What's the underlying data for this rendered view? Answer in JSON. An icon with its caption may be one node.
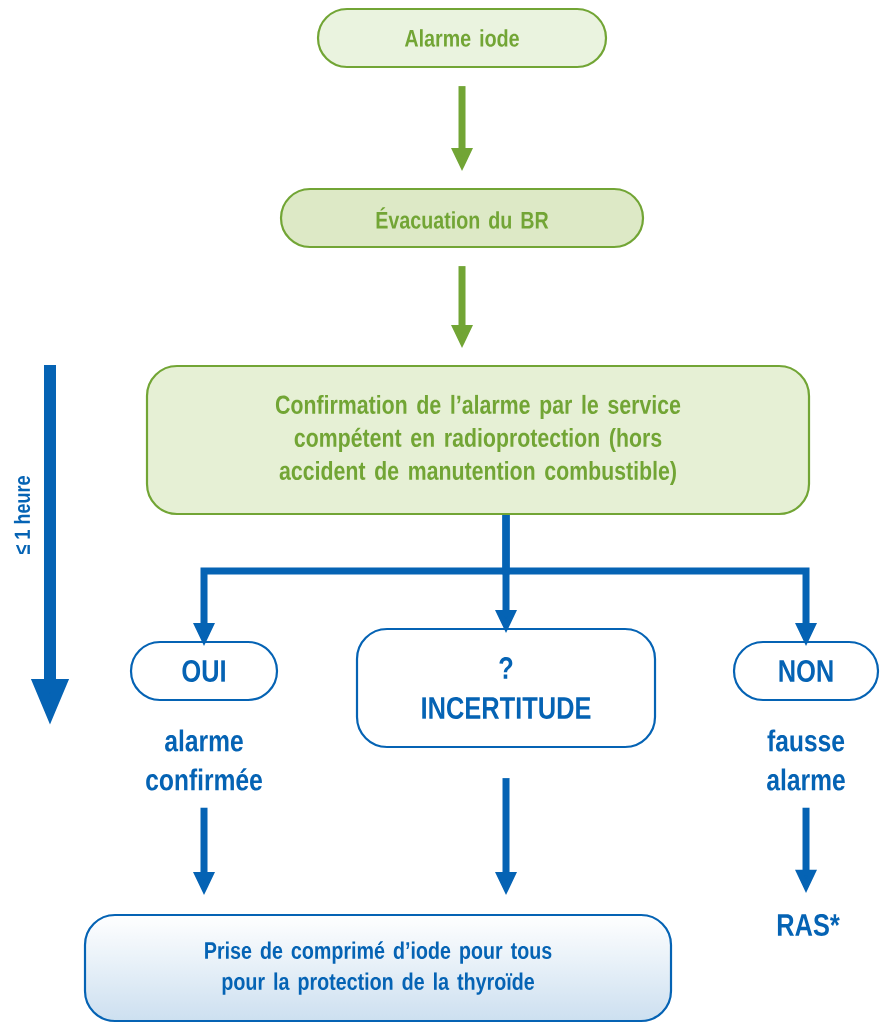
{
  "diagram": {
    "nodes": [
      {
        "text": [
          "Alarme iode"
        ]
      },
      {
        "text": [
          "Évacuation du BR"
        ]
      },
      {
        "text": [
          "Confirmation de l’alarme par le service compétent en radioprotection (hors accident de manutention combustible)"
        ]
      },
      {
        "text": [
          "OUI"
        ],
        "beside": [
          "alarme confirmée"
        ]
      },
      {
        "text": [
          "?",
          "INCERTITUDE"
        ]
      },
      {
        "text": [
          "NON"
        ],
        "beside": [
          "fausse alarme"
        ]
      },
      {
        "text": [
          "Prise de comprimé d’iode pour tous pour la protection de la thyroïde"
        ]
      },
      {
        "text": [
          "RAS*"
        ]
      }
    ],
    "edges": [
      {
        "from": 0,
        "to": 1,
        "arrow": "to",
        "color": "#72a535"
      },
      {
        "from": 1,
        "to": 2,
        "arrow": "to",
        "color": "#72a535"
      },
      {
        "from": 2,
        "to": 3,
        "arrow": "to"
      },
      {
        "from": 2,
        "to": 4,
        "arrow": "to"
      },
      {
        "from": 2,
        "to": 5,
        "arrow": "to"
      },
      {
        "from": 3,
        "to": 6,
        "arrow": "to"
      },
      {
        "from": 4,
        "to": 6,
        "arrow": "to"
      },
      {
        "from": 5,
        "to": 7,
        "arrow": "to"
      }
    ],
    "labels": [
      "≤ 1 heure"
    ]
  }
}
